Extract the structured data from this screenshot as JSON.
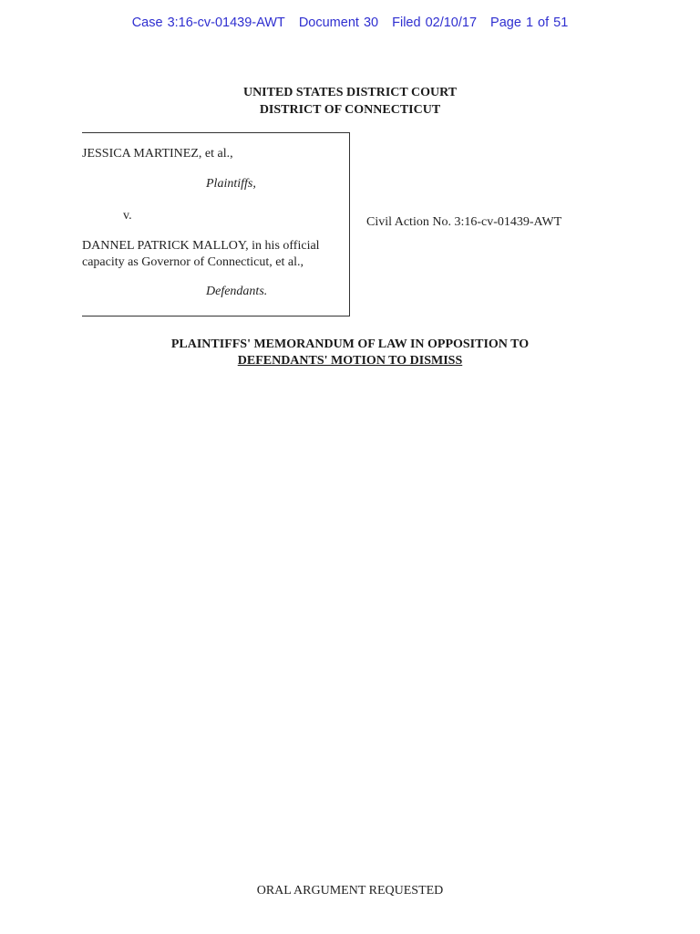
{
  "header_stamp": {
    "case": "Case 3:16-cv-01439-AWT",
    "document": "Document 30",
    "filed": "Filed 02/10/17",
    "page": "Page 1 of 51",
    "color": "#2f2fd0"
  },
  "court": {
    "line1": "UNITED STATES DISTRICT COURT",
    "line2": "DISTRICT OF CONNECTICUT"
  },
  "caption": {
    "plaintiff": "JESSICA MARTINEZ, et al.,",
    "plaintiffs_label": "Plaintiffs,",
    "versus": "v.",
    "defendant_line1": "DANNEL PATRICK MALLOY, in his official",
    "defendant_line2": "capacity as Governor of Connecticut, et al.,",
    "defendants_label": "Defendants."
  },
  "civil_action": "Civil Action No. 3:16-cv-01439-AWT",
  "title": {
    "line1": "PLAINTIFFS' MEMORANDUM OF LAW IN OPPOSITION TO",
    "line2": "DEFENDANTS' MOTION TO DISMISS"
  },
  "footer": {
    "oral_argument": "ORAL ARGUMENT REQUESTED"
  }
}
